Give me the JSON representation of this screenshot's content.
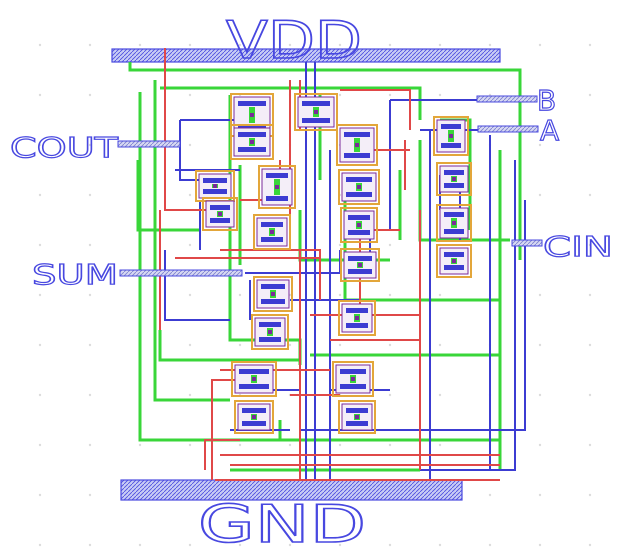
{
  "title_top": "VDD",
  "title_bottom": "GND",
  "pins": {
    "cout": "COUT",
    "sum": "SUM",
    "b": "B",
    "a": "A",
    "cin": "CIN"
  },
  "colors": {
    "metal1": "#3c3cd2",
    "metal2": "#e04848",
    "poly": "#39d639",
    "label": "#4848e0",
    "rail_fill": "#b8c0f0",
    "cell_border": "#e3a63a",
    "contact": "#7a2a9a",
    "grid_dot": "#dcdcdc"
  }
}
